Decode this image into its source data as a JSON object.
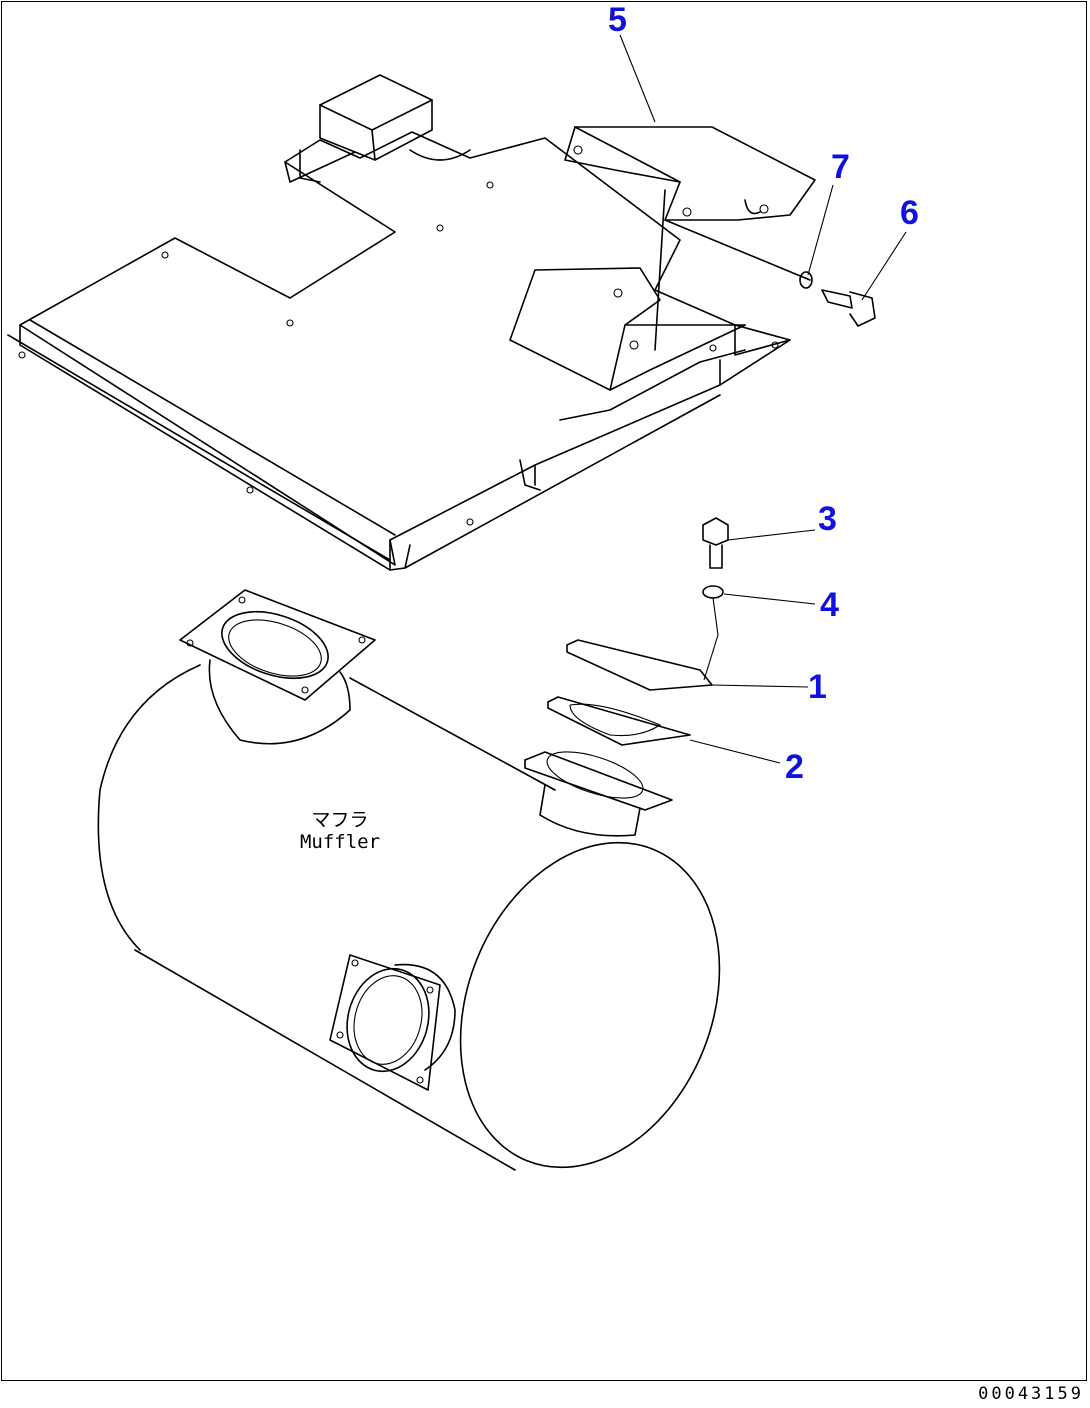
{
  "callouts": {
    "c1": "1",
    "c2": "2",
    "c3": "3",
    "c4": "4",
    "c5": "5",
    "c6": "6",
    "c7": "7"
  },
  "muffler_label": {
    "ja": "マフラ",
    "en": "Muffler"
  },
  "drawing_number": "00043159",
  "colors": {
    "callout": "#1010e0",
    "line": "#000000",
    "background": "#ffffff"
  }
}
